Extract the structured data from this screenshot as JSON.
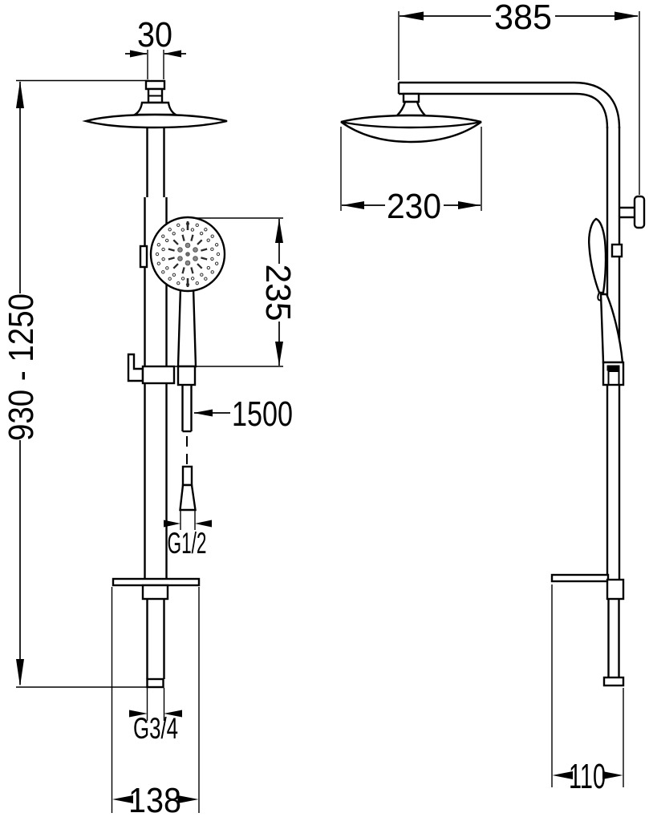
{
  "drawing": {
    "type": "shower-set-technical-drawing",
    "colors": {
      "line": "#000000",
      "background": "#ffffff"
    }
  },
  "dimensions": {
    "top_pipe_width": "30",
    "column_height_range": "930 - 1250",
    "hand_shower_length": "235",
    "hose_length": "1500",
    "hose_thread": "G1/2",
    "inlet_thread": "G3/4",
    "base_width": "138",
    "arm_reach": "385",
    "head_diameter": "230",
    "shelf_depth": "110"
  }
}
